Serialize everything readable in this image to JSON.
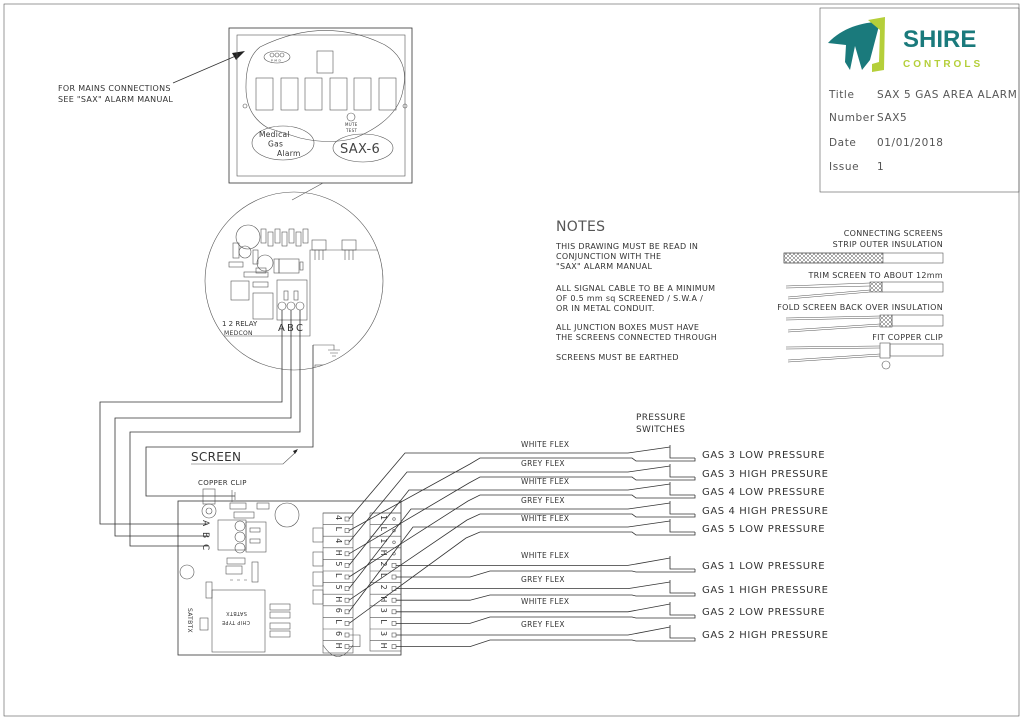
{
  "title_block": {
    "logo": {
      "line1": "SHIRE",
      "line2": "CONTROLS",
      "teal": "#1a7a7c",
      "green": "#b5cf3a"
    },
    "rows": [
      {
        "label": "Title",
        "value": "SAX 5 GAS AREA ALARM"
      },
      {
        "label": "Number",
        "value": "SAX5"
      },
      {
        "label": "Date",
        "value": "01/01/2018"
      },
      {
        "label": "Issue",
        "value": "1"
      }
    ]
  },
  "mains_note": {
    "line1": "FOR MAINS CONNECTIONS",
    "line2": "SEE \"SAX\" ALARM MANUAL"
  },
  "panel": {
    "label_medical": "Medical",
    "label_gas": "Gas",
    "label_alarm": "Alarm",
    "model": "SAX-6",
    "mute": "MUTE",
    "test": "TEST",
    "leds": "P M D"
  },
  "relay_board": {
    "relay_label": "1  2  RELAY",
    "medcon": "MEDCON",
    "terminals": [
      "A",
      "B",
      "C"
    ]
  },
  "notes": {
    "title": "NOTES",
    "lines": [
      "THIS DRAWING MUST BE READ IN",
      "CONJUNCTION WITH THE",
      "\"SAX\" ALARM MANUAL",
      "ALL SIGNAL CABLE TO BE A MINIMUM",
      "OF 0.5 mm sq SCREENED / S.W.A /",
      "OR IN METAL CONDUIT.",
      "ALL JUNCTION BOXES MUST HAVE",
      "THE SCREENS CONNECTED THROUGH",
      "SCREENS MUST BE EARTHED"
    ]
  },
  "screen_steps": {
    "heading1": "CONNECTING SCREENS",
    "step1": "STRIP OUTER INSULATION",
    "step2": "TRIM SCREEN TO ABOUT 12mm",
    "step3": "FOLD SCREEN BACK OVER INSULATION",
    "step4": "FIT COPPER CLIP"
  },
  "screen_label": "SCREEN",
  "copper_clip_label": "COPPER CLIP",
  "pressure_switches_title": {
    "line1": "PRESSURE",
    "line2": "SWITCHES"
  },
  "satbtx": {
    "chip_line1": "CHIP TYPE",
    "chip_line2": "SATBTX",
    "side": "SATBTX"
  },
  "terminal_abc": [
    "A",
    "B",
    "C"
  ],
  "left_strip_labels": [
    "4",
    "L",
    "4",
    "H",
    "5",
    "L",
    "5",
    "H",
    "6",
    "L",
    "6",
    "H"
  ],
  "right_strip_labels": [
    "1",
    "L",
    "1",
    "H",
    "2",
    "L",
    "2",
    "H",
    "3",
    "L",
    "3",
    "H"
  ],
  "switches": [
    {
      "flex": "WHITE FLEX",
      "label": "GAS 3 LOW PRESSURE"
    },
    {
      "flex": "GREY FLEX",
      "label": "GAS 3 HIGH PRESSURE"
    },
    {
      "flex": "WHITE FLEX",
      "label": "GAS 4 LOW PRESSURE"
    },
    {
      "flex": "GREY FLEX",
      "label": "GAS 4 HIGH PRESSURE"
    },
    {
      "flex": "WHITE FLEX",
      "label": "GAS 5 LOW PRESSURE"
    },
    {
      "flex": "WHITE FLEX",
      "label": "GAS 1 LOW PRESSURE"
    },
    {
      "flex": "GREY FLEX",
      "label": "GAS 1 HIGH PRESSURE"
    },
    {
      "flex": "WHITE FLEX",
      "label": "GAS 2 LOW PRESSURE"
    },
    {
      "flex": "GREY FLEX",
      "label": "GAS 2 HIGH PRESSURE"
    }
  ]
}
